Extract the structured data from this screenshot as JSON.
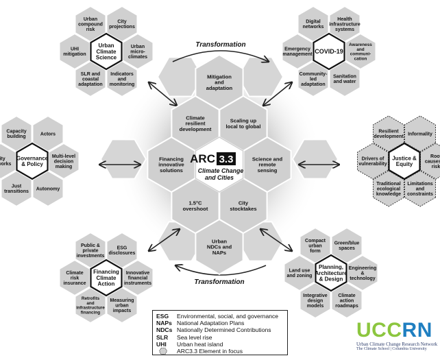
{
  "colors": {
    "hex_fill": "#d0d0d0",
    "hex_stroke": "#ffffff",
    "center_fill": "#ffffff",
    "focus_stroke": "#333333",
    "logo_green": "#8cc63f",
    "logo_blue": "#1f7fc1",
    "logo_navy": "#2b3b6a"
  },
  "center": {
    "arc": "ARC",
    "version": "3.3",
    "subtitle_1": "Climate Change",
    "subtitle_2": "and Cities"
  },
  "ring": [
    {
      "id": "mitigation",
      "lines": [
        "Mitigation",
        "and",
        "adaptation"
      ]
    },
    {
      "id": "climate-resilient-development",
      "lines": [
        "Climate",
        "resilient",
        "development"
      ]
    },
    {
      "id": "scaling-up",
      "lines": [
        "Scaling up",
        "local to global"
      ]
    },
    {
      "id": "financing-innovative-solutions",
      "lines": [
        "Financing",
        "innovative",
        "solutions"
      ]
    },
    {
      "id": "science-remote-sensing",
      "lines": [
        "Science and",
        "remote",
        "sensing"
      ]
    },
    {
      "id": "overshoot",
      "lines": [
        "1.5°C",
        "overshoot"
      ]
    },
    {
      "id": "city-stocktakes",
      "lines": [
        "City",
        "stocktakes"
      ]
    },
    {
      "id": "urban-ndcs-naps",
      "lines": [
        "Urban",
        "NDCs and",
        "NAPs"
      ]
    }
  ],
  "transformation": [
    "Transformation",
    "Transformation"
  ],
  "clusters": [
    {
      "id": "urban-climate-science",
      "hub": [
        "Urban",
        "Climate",
        "Science"
      ],
      "items": [
        [
          "Urban",
          "compound",
          "risk"
        ],
        [
          "City",
          "projections"
        ],
        [
          "UHI",
          "mitigation"
        ],
        [
          "Urban",
          "micro-",
          "climates"
        ],
        [
          "SLR and",
          "coastal",
          "adaptation"
        ],
        [
          "Indicators",
          "and",
          "monitoring"
        ]
      ]
    },
    {
      "id": "covid-19",
      "hub": [
        "COVID-19"
      ],
      "items": [
        [
          "Digital",
          "networks"
        ],
        [
          "Health",
          "infrastructure",
          "systems"
        ],
        [
          "Emergency",
          "management"
        ],
        [
          "Awareness",
          "and",
          "communi-",
          "cation"
        ],
        [
          "Community-",
          "led",
          "adaptation"
        ],
        [
          "Sanitation",
          "and water"
        ]
      ]
    },
    {
      "id": "governance-policy",
      "hub": [
        "Governance",
        "& Policy"
      ],
      "items": [
        [
          "Capacity",
          "building"
        ],
        [
          "Actors"
        ],
        [
          "City",
          "networks"
        ],
        [
          "Multi-level",
          "decision",
          "making"
        ],
        [
          "Just",
          "transitions"
        ],
        [
          "Autonomy"
        ]
      ]
    },
    {
      "id": "justice-equity",
      "hub": [
        "Justice &",
        "Equity"
      ],
      "items": [
        [
          "Resilient",
          "development"
        ],
        [
          "Informality"
        ],
        [
          "Drivers of",
          "vulnerability"
        ],
        [
          "Root",
          "causes of",
          "risk"
        ],
        [
          "Traditional",
          "ecological",
          "knowledge"
        ],
        [
          "Limitations",
          "and",
          "constraints"
        ]
      ]
    },
    {
      "id": "financing-climate-action",
      "hub": [
        "Financing",
        "Climate",
        "Action"
      ],
      "items": [
        [
          "Public &",
          "private",
          "investments"
        ],
        [
          "ESG",
          "disclosures"
        ],
        [
          "Climate",
          "risk",
          "insurance"
        ],
        [
          "Innovative",
          "financial",
          "instruments"
        ],
        [
          "Retrofits",
          "and",
          "infrastructure",
          "financing"
        ],
        [
          "Measuring",
          "urban",
          "impacts"
        ]
      ]
    },
    {
      "id": "planning-architecture-design",
      "hub": [
        "Planning,",
        "Architecture",
        "& Design"
      ],
      "items": [
        [
          "Compact",
          "urban",
          "form"
        ],
        [
          "Green/blue",
          "spaces"
        ],
        [
          "Land use",
          "and zoning"
        ],
        [
          "Engineering",
          "&",
          "technology"
        ],
        [
          "Integrative",
          "design",
          "models"
        ],
        [
          "Climate",
          "action",
          "roadmaps"
        ]
      ]
    }
  ],
  "legend": {
    "rows": [
      {
        "abbr": "ESG",
        "def": "Environmental, social, and governance"
      },
      {
        "abbr": "NAPs",
        "def": "National Adaptation Plans"
      },
      {
        "abbr": "NDCs",
        "def": "Nationally Determined Contributions"
      },
      {
        "abbr": "SLR",
        "def": "Sea level rise"
      },
      {
        "abbr": "UHI",
        "def": "Urban heat island"
      }
    ],
    "focus_label": "ARC3.3 Element in focus"
  },
  "logo": {
    "word": "UCCRN",
    "line1": "Urban Climate Change Research Network",
    "line2": "The Climate School | Columbia University"
  }
}
